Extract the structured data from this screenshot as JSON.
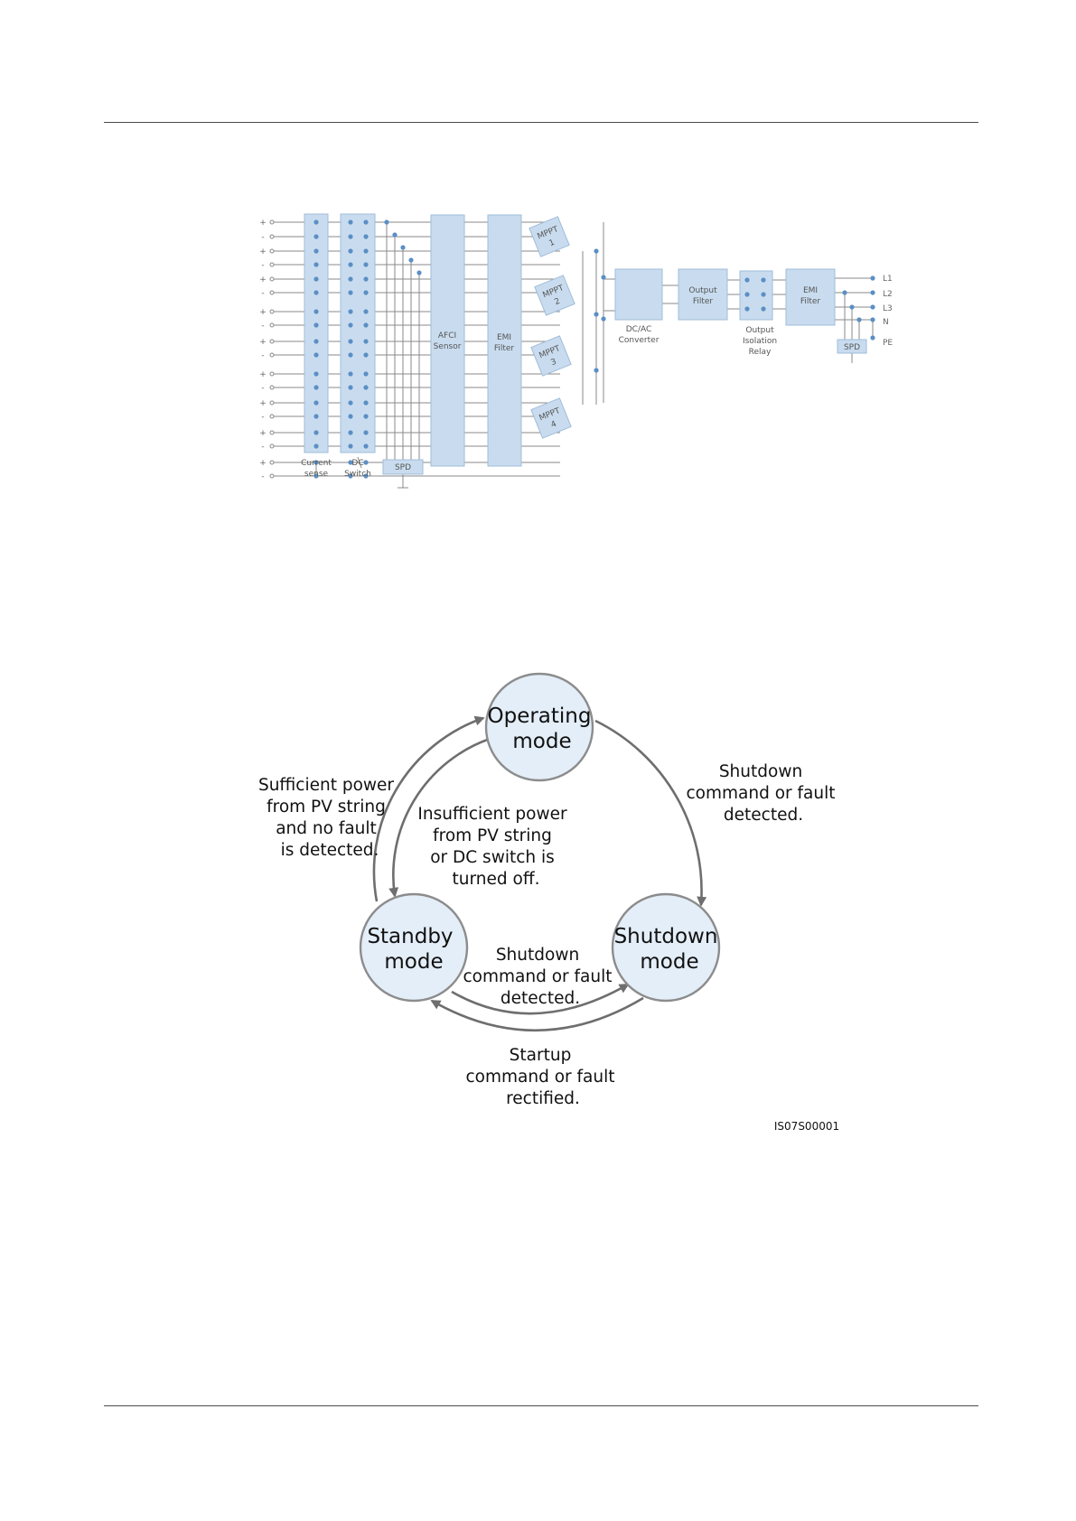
{
  "block_diagram": {
    "blocks": {
      "current_sense": "Current sense",
      "dc_switch": "DC Switch",
      "spd_dc": "SPD",
      "afci_sensor": "AFCI Sensor",
      "emi_filter_dc": "EMI Filter",
      "mppt": [
        "MPPT 1",
        "MPPT 2",
        "MPPT 3",
        "MPPT 4"
      ],
      "dcac_converter": "DC/AC Converter",
      "output_filter": "Output Filter",
      "output_isolation_relay": "Output Isolation Relay",
      "emi_filter_ac": "EMI Filter",
      "spd_ac": "SPD"
    },
    "input_labels": [
      "+",
      "-",
      "+",
      "-",
      "+",
      "-",
      "+",
      "-",
      "+",
      "-",
      "+",
      "-",
      "+",
      "-",
      "+",
      "-",
      "+",
      "-"
    ],
    "output_terminals": [
      "L1",
      "L2",
      "L3",
      "N",
      "PE"
    ]
  },
  "state_diagram": {
    "states": {
      "operating": [
        "Operating",
        "mode"
      ],
      "standby": [
        "Standby",
        "mode"
      ],
      "shutdown": [
        "Shutdown",
        "mode"
      ]
    },
    "transitions": {
      "standby_to_operating": [
        "Sufficient power",
        "from PV string",
        "and no fault",
        "is detected."
      ],
      "operating_to_standby": [
        "Insufficient power",
        "from PV string",
        "or DC switch is",
        "turned off."
      ],
      "operating_to_shutdown": [
        "Shutdown",
        "command or fault",
        "detected."
      ],
      "standby_to_shutdown": [
        "Shutdown",
        "command or fault",
        "detected."
      ],
      "shutdown_to_standby": [
        "Startup",
        "command or fault",
        "rectified."
      ]
    },
    "figure_id": "IS07S00001"
  },
  "colors": {
    "block_fill": "#c9dcef",
    "block_stroke": "#9fbcd8",
    "dot": "#5b8fc4",
    "wire": "#8a8a8a",
    "state_fill": "#e4eef8",
    "state_stroke": "#8c8c8c",
    "arrow": "#6e6e6e"
  }
}
